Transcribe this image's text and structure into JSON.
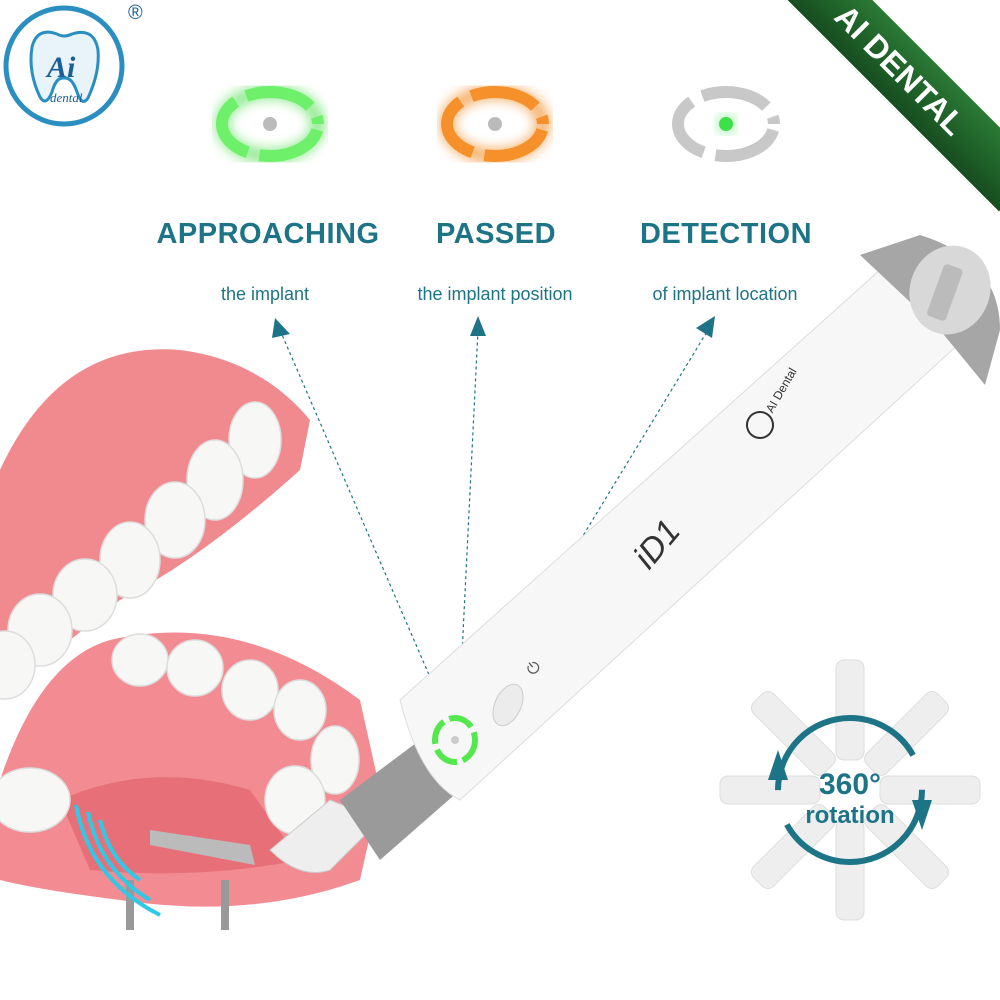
{
  "brand": {
    "logo_text": "Ai dental",
    "registered_mark": "®",
    "ribbon_text": "AI DENTAL"
  },
  "colors": {
    "heading": "#1e7487",
    "approaching": "#5be05b",
    "passed": "#f08a24",
    "detection_ring": "#c8c8c8",
    "detection_dot": "#3ee04a",
    "ribbon": "#1f6a2b"
  },
  "indicators": [
    {
      "title": "APPROACHING",
      "subtitle": "the implant",
      "icon": "green-ring-indicator-icon"
    },
    {
      "title": "PASSED",
      "subtitle": "the implant position",
      "icon": "orange-ring-indicator-icon"
    },
    {
      "title": "DETECTION",
      "subtitle": "of implant location",
      "icon": "gray-ring-green-dot-icon"
    }
  ],
  "device": {
    "model": "iD1",
    "power_icon": "power-icon"
  },
  "rotation": {
    "degrees": "360°",
    "label": "rotation"
  }
}
